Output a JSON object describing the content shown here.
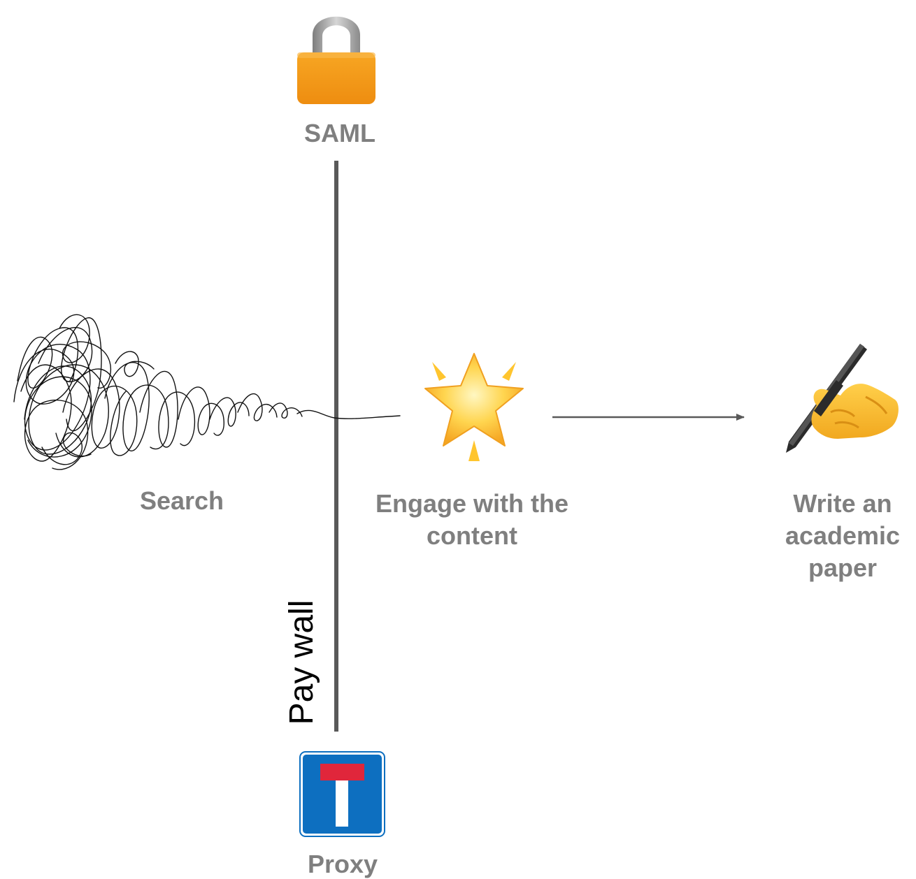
{
  "labels": {
    "saml": "SAML",
    "search": "Search",
    "engage_line1": "Engage with the",
    "engage_line2": "content",
    "write_line1": "Write an",
    "write_line2": "academic",
    "write_line3": "paper",
    "paywall": "Pay wall",
    "proxy": "Proxy"
  },
  "icons": {
    "saml": "lock-icon",
    "search": "scribble-icon",
    "engage": "glowing-star-icon",
    "write": "writing-hand-icon",
    "proxy": "dead-end-sign-icon"
  },
  "colors": {
    "label_text": "#7f7f7f",
    "lock_body": "#f39c12",
    "lock_shackle": "#9e9e9e",
    "star": "#ffca28",
    "sign_blue": "#0d6fc0",
    "sign_red": "#e0263b",
    "hand": "#f7b52c",
    "pen": "#2b2b2b",
    "wall_line": "#595959",
    "arrow": "#595959"
  }
}
